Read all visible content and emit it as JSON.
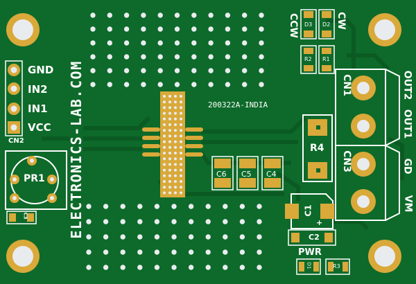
{
  "board": {
    "brand_text": "ELECTRONICS-LAB.COM",
    "part_code": "200322A-INDIA",
    "colors": {
      "pcb": "#0d6a2a",
      "trace": "#0b5a23",
      "pad_gold": "#d9a93a",
      "silk": "#ffffff",
      "hole": "#e9ecef"
    }
  },
  "connectors": {
    "cn2": {
      "ref": "CN2",
      "pins": [
        "GND",
        "IN2",
        "IN1",
        "VCC"
      ]
    },
    "cn1": {
      "ref": "CN1",
      "pins": [
        "OUT2",
        "OUT1"
      ]
    },
    "cn3": {
      "ref": "CN3",
      "pins": [
        "GD",
        "VM"
      ]
    }
  },
  "components": {
    "pr1": "PR1",
    "c3": "C3",
    "d3": "D3",
    "d2": "D2",
    "r2": "R2",
    "r1": "R1",
    "ccw": "CCW",
    "cw": "CW",
    "r4": "R4",
    "c6": "C6",
    "c5": "C5",
    "c4": "C4",
    "c1": "C1",
    "c2": "C2",
    "pwr": "PWR",
    "d1": "D1",
    "r3": "R3"
  }
}
